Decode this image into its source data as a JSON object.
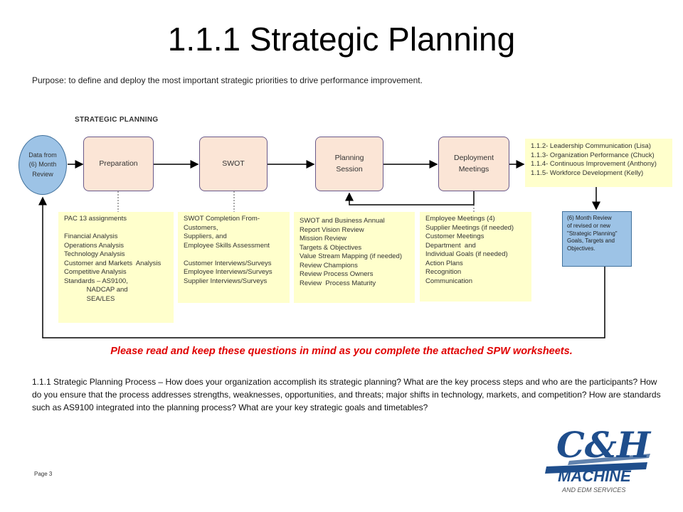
{
  "title": "1.1.1 Strategic Planning",
  "purpose": "Purpose: to define and deploy the most important strategic priorities to drive performance improvement.",
  "section_label": "STRATEGIC PLANNING",
  "start_node": "Data from (6) Month Review",
  "steps": [
    {
      "label": "Preparation"
    },
    {
      "label": "SWOT"
    },
    {
      "label": "Planning Session"
    },
    {
      "label": "Deployment Meetings"
    }
  ],
  "notes": {
    "preparation": [
      "PAC 13 assignments",
      "",
      "Financial Analysis",
      "Operations Analysis",
      "Technology Analysis",
      "Customer and Markets  Analysis",
      "Competitive Analysis",
      "Standards – AS9100,",
      "            NADCAP and",
      "            SEA/LES"
    ],
    "swot": [
      "SWOT Completion From-",
      "Customers,",
      "Suppliers, and",
      "Employee Skills Assessment",
      "",
      "Customer Interviews/Surveys",
      "Employee Interviews/Surveys",
      "Supplier Interviews/Surveys"
    ],
    "planning": [
      "SWOT and Business Annual",
      "Report Vision Review",
      "Mission Review",
      "Targets & Objectives",
      "Value Stream Mapping (if needed)",
      "Review Champions",
      "Review Process Owners",
      "Review  Process Maturity"
    ],
    "deployment": [
      "Employee Meetings (4)",
      "Supplier Meetings (if needed)",
      "Customer Meetings",
      "Department  and",
      "Individual Goals (if needed)",
      "Action Plans",
      "Recognition",
      "Communication"
    ],
    "outputs": [
      "1.1.2- Leadership Communication (Lisa)",
      "1.1.3- Organization Performance (Chuck)",
      "1.1.4- Continuous Improvement (Anthony)",
      "1.1.5- Workforce Development (Kelly)"
    ]
  },
  "review_note": [
    "(6) Month Review",
    "of revised or new",
    "\"Strategic Planning\"",
    "Goals, Targets and",
    "Objectives."
  ],
  "instruction": "Please read and keep these questions in mind as you complete the attached SPW worksheets.",
  "question": "1.1.1 Strategic Planning Process – How does your organization accomplish its strategic planning? What are the key process steps and who are the participants? How do you ensure that the process addresses strengths, weaknesses, opportunities, and threats; major shifts in technology, markets, and competition? How are standards such as AS9100 integrated into the planning process? What are your key strategic goals and timetables?",
  "page_label": "Page 3",
  "logo": {
    "main": "C&H",
    "sub": "MACHINE",
    "tagline": "AND EDM SERVICES",
    "color": "#1f4e8c"
  },
  "colors": {
    "step_fill": "#fbe5d6",
    "note_fill": "#ffffcc",
    "blue_fill": "#9dc3e6",
    "red": "#e00000"
  }
}
